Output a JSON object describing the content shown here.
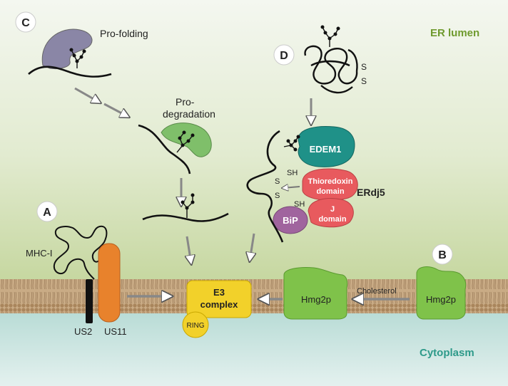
{
  "regions": {
    "lumen_label": "ER lumen",
    "cytoplasm_label": "Cytoplasm"
  },
  "panels": {
    "a": "A",
    "b": "B",
    "c": "C",
    "d": "D"
  },
  "panel_a": {
    "mhc_label": "MHC-I",
    "us2_label": "US2",
    "us11_label": "US11"
  },
  "panel_b": {
    "hmg_left": "Hmg2p",
    "hmg_right": "Hmg2p",
    "cholesterol_label": "Cholesterol"
  },
  "panel_c": {
    "profolding_label": "Pro-folding",
    "prodegradation_line1": "Pro-",
    "prodegradation_line2": "degradation"
  },
  "panel_d": {
    "s_top": "S",
    "s_bottom": "S",
    "s_left_top": "S",
    "s_left_bottom": "S",
    "sh_upper": "SH",
    "sh_lower": "SH",
    "edem1": "EDEM1",
    "thioredoxin_line1": "Thioredoxin",
    "thioredoxin_line2": "domain",
    "j_line1": "J",
    "j_line2": "domain",
    "erdj5": "ERdj5",
    "bip": "BiP"
  },
  "center": {
    "e3_line1": "E3",
    "e3_line2": "complex",
    "ring": "RING"
  },
  "colors": {
    "lumen_top": "#f3f6ee",
    "lumen_bottom": "#c9d9a6",
    "membrane": "#b89670",
    "cytoplasm": "#bfe0dc",
    "lumen_label": "#6f9a2e",
    "cytoplasm_label": "#2e9a8a",
    "e3": "#f2d12a",
    "ring": "#f2d12a",
    "hmg": "#7fc24a",
    "edem1": "#1f9188",
    "thioredoxin": "#e85a5e",
    "bip": "#a0649e",
    "profolding_chaperone": "#8a86a6",
    "prodegradation_chaperone": "#7fbf6a",
    "us11": "#e8822c",
    "us2": "#111111"
  }
}
